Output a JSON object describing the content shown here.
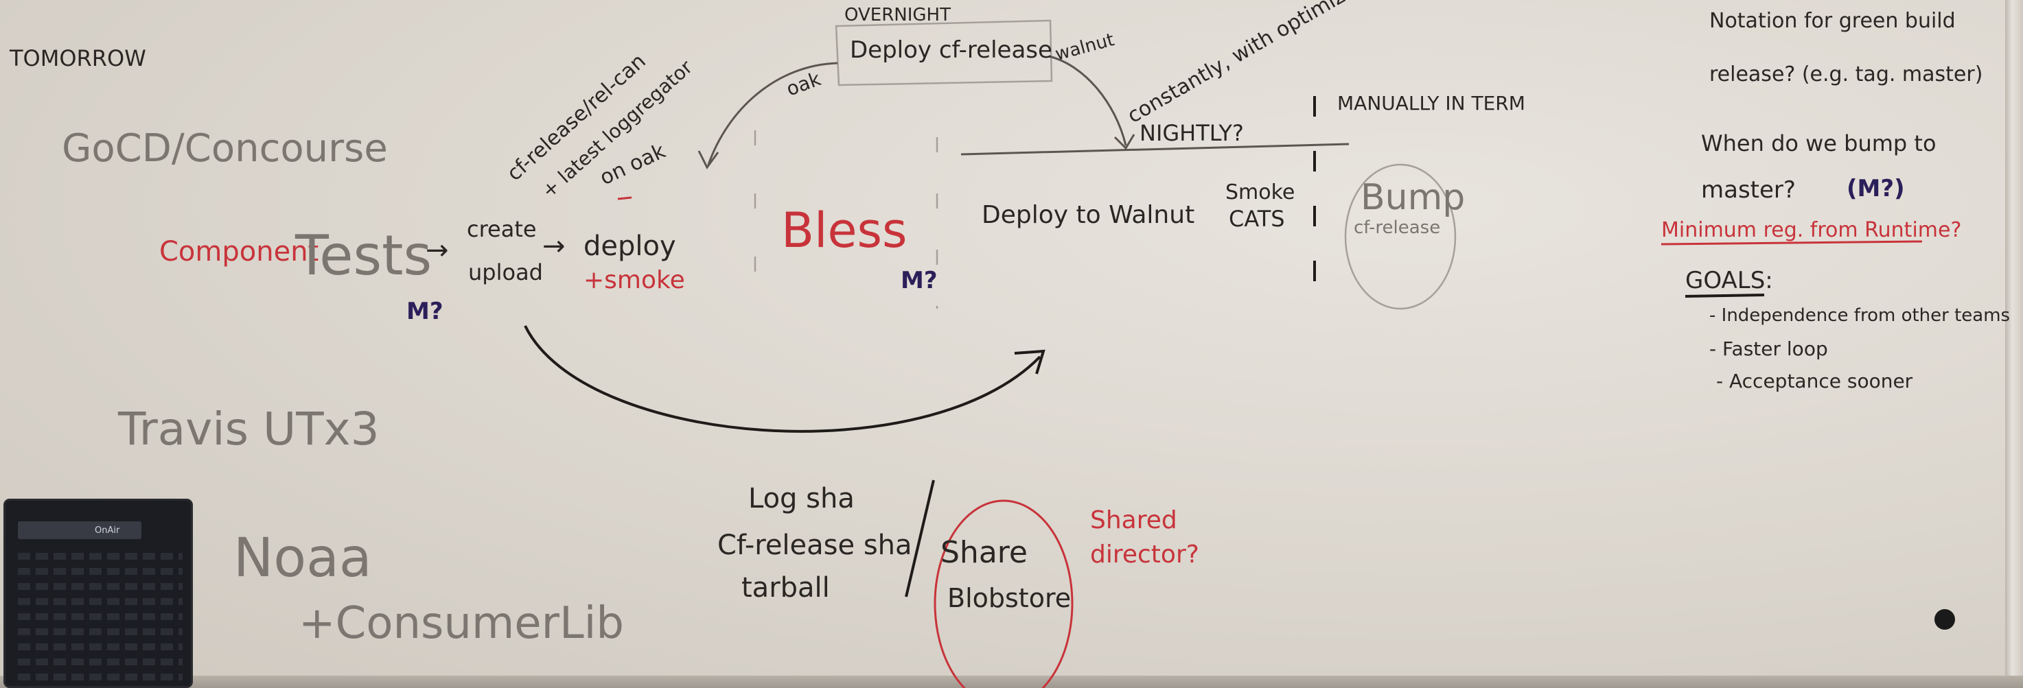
{
  "board": {
    "tomorrow": "TOMORROW",
    "gocd": "GoCD/Concourse",
    "component": "Component",
    "tests": "Tests",
    "arrow1": "→",
    "create": "create",
    "upload": "upload",
    "arrow2": "→",
    "deploy": "deploy",
    "smoke_red": "+smoke",
    "m_left": "M?",
    "m_mid": "M?",
    "rel_line1": "cf-release/rel-can",
    "rel_line2": "+ latest loggregator",
    "on_oak": "on oak",
    "oak": "oak",
    "overnight": "OVERNIGHT",
    "deploy_cf_release": "Deploy cf-release",
    "walnut": "walnut",
    "optimization": "constantly, with optimization?",
    "nightly": "NIGHTLY?",
    "manually": "MANUALLY IN TERM",
    "bless": "Bless",
    "deploy_walnut": "Deploy to Walnut",
    "smoke": "Smoke",
    "cats": "CATS",
    "bump": "Bump",
    "cf_release": "cf-release",
    "travis": "Travis UTx3",
    "noaa": "Noaa",
    "consumer": "+ConsumerLib",
    "log_sha": "Log sha",
    "cf_sha": "Cf-release sha",
    "tarball": "tarball",
    "share": "Share",
    "blobstore": "Blobstore",
    "shared": "Shared",
    "director": "director?",
    "notation1": "Notation for green build",
    "notation2": "release? (e.g. tag. master)",
    "when1": "When do we bump to",
    "when2": "master?",
    "when_m": "(M?)",
    "minimum": "Minimum reg. from Runtime?",
    "goals": "GOALS:",
    "goal1": "- Independence from other teams",
    "goal2": "- Faster loop",
    "goal3": "- Acceptance sooner",
    "device_label": "OnAir"
  },
  "colors": {
    "board": "#ddd8d0",
    "black_marker": "#2a2623",
    "red_marker": "#c8333a",
    "grey_marker": "#7b7670",
    "purple_marker": "#2b1f5a"
  }
}
